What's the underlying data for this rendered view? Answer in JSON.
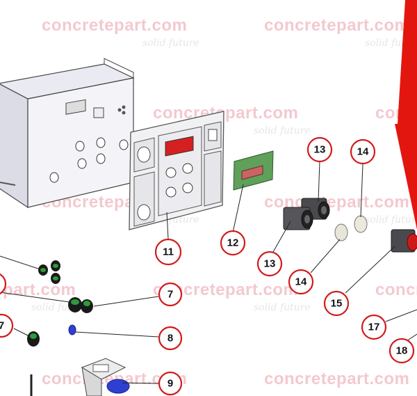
{
  "watermark": {
    "brand": "concretepart.com",
    "tagline": "solid future"
  },
  "callouts": [
    {
      "id": "c7a",
      "label": "7"
    },
    {
      "id": "c7b",
      "label": "7"
    },
    {
      "id": "c8",
      "label": "8"
    },
    {
      "id": "c9",
      "label": "9"
    },
    {
      "id": "c11",
      "label": "11"
    },
    {
      "id": "c12",
      "label": "12"
    },
    {
      "id": "c13a",
      "label": "13"
    },
    {
      "id": "c13b",
      "label": "13"
    },
    {
      "id": "c14a",
      "label": "14"
    },
    {
      "id": "c14b",
      "label": "14"
    },
    {
      "id": "c15",
      "label": "15"
    },
    {
      "id": "c17",
      "label": "17"
    },
    {
      "id": "c18",
      "label": "18"
    }
  ],
  "colors": {
    "callout_ring": "#d11a1a",
    "arrow": "#e3160f",
    "watermark": "#f3c9cf",
    "display": "#d42020",
    "pcb": "#5fa05a",
    "connector_green": "#2e9b3c",
    "fitting_blue": "#2f3fd0"
  }
}
